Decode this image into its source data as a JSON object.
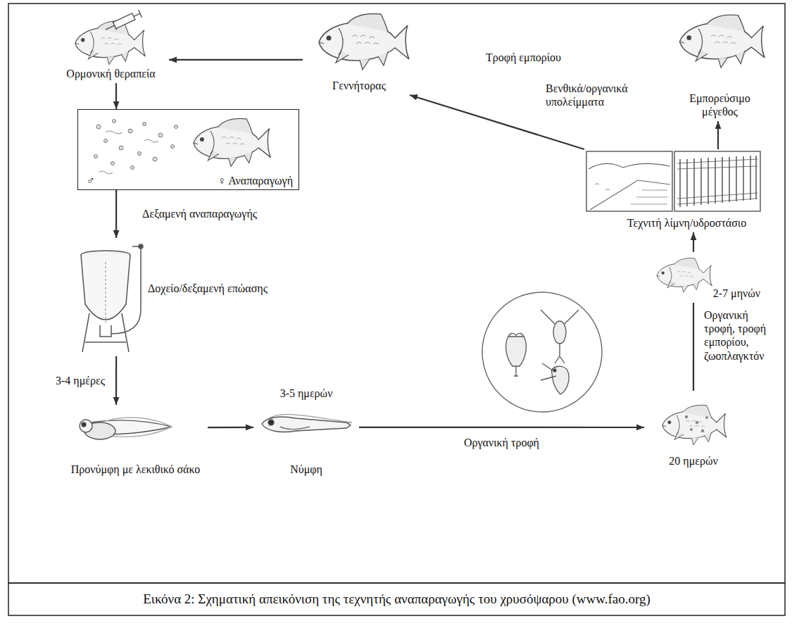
{
  "diagram": {
    "caption": "Εικόνα 2: Σχηματική απεικόνιση της τεχνητής αναπαραγωγής του χρυσόψαρου (www.fao.org)",
    "nodes": [
      {
        "text": [
          "Ορμονική θεραπεία"
        ]
      },
      {
        "text": [
          "Γεννήτορας"
        ]
      },
      {
        "text": [
          "Εμπορεύσιμο μέγεθος"
        ]
      },
      {
        "text": [
          "♂",
          "♀ Αναπαραγωγή"
        ]
      },
      {
        "text": [
          "Δοχείο/δεξαμενή επώασης"
        ]
      },
      {
        "text": [
          "Προνύμφη με λεκιθικό σάκο"
        ]
      },
      {
        "text": [
          "3-5 ημερών",
          "Νύμφη"
        ]
      },
      {
        "text": [
          "20 ημερών"
        ]
      },
      {
        "text": [
          "2-7 μηνών"
        ]
      },
      {
        "text": [
          "Τεχνιτή λίμνη/υδροστάσιο"
        ]
      }
    ],
    "edges": [
      {
        "from": 1,
        "to": 0,
        "arrow": "to"
      },
      {
        "from": 0,
        "to": 3,
        "arrow": "to"
      },
      {
        "from": 3,
        "to": 4,
        "label": "Δεξαμενή αναπαραγωγής",
        "arrow": "to"
      },
      {
        "from": 4,
        "to": 5,
        "label": "3-4 ημέρες",
        "arrow": "to"
      },
      {
        "from": 5,
        "to": 6,
        "arrow": "to"
      },
      {
        "from": 6,
        "to": 7,
        "label": "Οργανική τροφή",
        "arrow": "to"
      },
      {
        "from": 7,
        "to": 8,
        "arrow": "none"
      },
      {
        "from": 8,
        "to": 9,
        "arrow": "to"
      },
      {
        "from": 9,
        "to": 2,
        "arrow": "to"
      },
      {
        "from": 9,
        "to": 1,
        "arrow": "to"
      }
    ],
    "labels": [
      "Τροφή εμπορίου",
      "Βενθικά/οργανικά υπολείμματα",
      "Οργανική τροφή, τροφή εμπορίου, ζωοπλαγκτόν"
    ]
  }
}
